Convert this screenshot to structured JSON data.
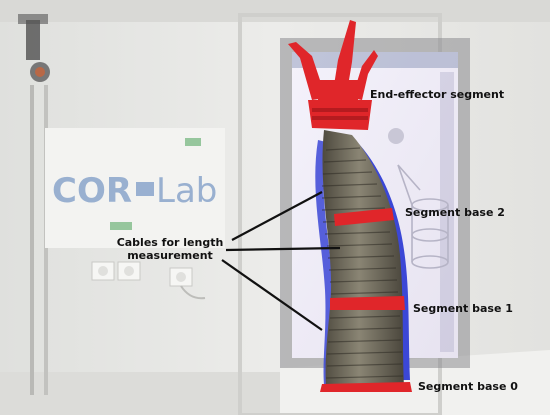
{
  "annotations": {
    "end_effector": "End-effector segment",
    "segment_base_2": "Segment base 2",
    "segment_base_1": "Segment base 1",
    "segment_base_0": "Segment base 0",
    "cables_line1": "Cables for length",
    "cables_line2": "measurement"
  },
  "background_sign": {
    "text_left": "COR",
    "text_right": "Lab"
  },
  "colors": {
    "robot_red": "#e0262a",
    "robot_blue": "#3b47d6",
    "robot_body": "#6e6a5c",
    "wall": "#e9e9e6",
    "sign_blue": "#7b9ac6",
    "sign_green": "#3a9a4a"
  }
}
